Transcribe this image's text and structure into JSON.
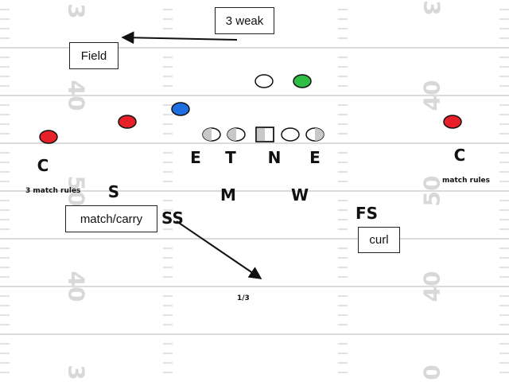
{
  "yard_numbers": {
    "top_left": "3",
    "top_right": "3",
    "upper_left": "40",
    "upper_right": "40",
    "middle_left": "50",
    "middle_right": "50",
    "lower_left": "40",
    "lower_right": "40",
    "bottom_left": "3",
    "bottom_right": "0"
  },
  "labels": {
    "weak_box": "3 weak",
    "field_box": "Field",
    "match_carry_box": "match/carry",
    "curl_box": "curl",
    "match_rules_left": "3 match rules",
    "match_rules_right": "match rules",
    "deep_third": "1/3"
  },
  "defenders": {
    "c_left": "C",
    "c_right": "C",
    "end_left": "E",
    "tackle": "T",
    "nose": "N",
    "end_right": "E",
    "mike": "M",
    "will": "W",
    "sam": "S",
    "strong_safety": "SS",
    "free_safety": "FS"
  },
  "colors": {
    "receiver_red": "#e8202a",
    "receiver_blue": "#1f6fe0",
    "receiver_green": "#2ebd45",
    "lineman_gray": "#c8c8c8",
    "line_color": "#cfcfcf",
    "number_color": "#d8d8d8"
  }
}
